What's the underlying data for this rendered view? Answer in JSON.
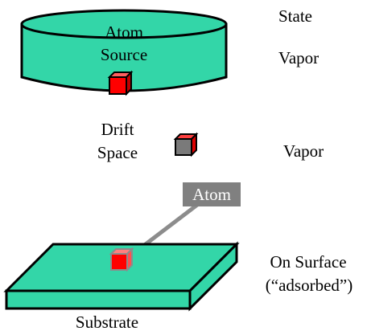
{
  "labels": {
    "state_header": "State",
    "source_line1": "Atom",
    "source_line2": "Source",
    "source_state": "Vapor",
    "drift_line1": "Drift",
    "drift_line2": "Space",
    "drift_state": "Vapor",
    "atom_callout": "Atom",
    "surface_state_line1": "On Surface",
    "surface_state_line2": "(“adsorbed”)",
    "substrate": "Substrate"
  },
  "colors": {
    "body_fill": "#33d6a8",
    "top_fill": "#33d6a8",
    "cube_red": "#ff0000",
    "cube_gray": "#7a7a7a",
    "callout_gray": "#808080",
    "outline": "#000000"
  }
}
